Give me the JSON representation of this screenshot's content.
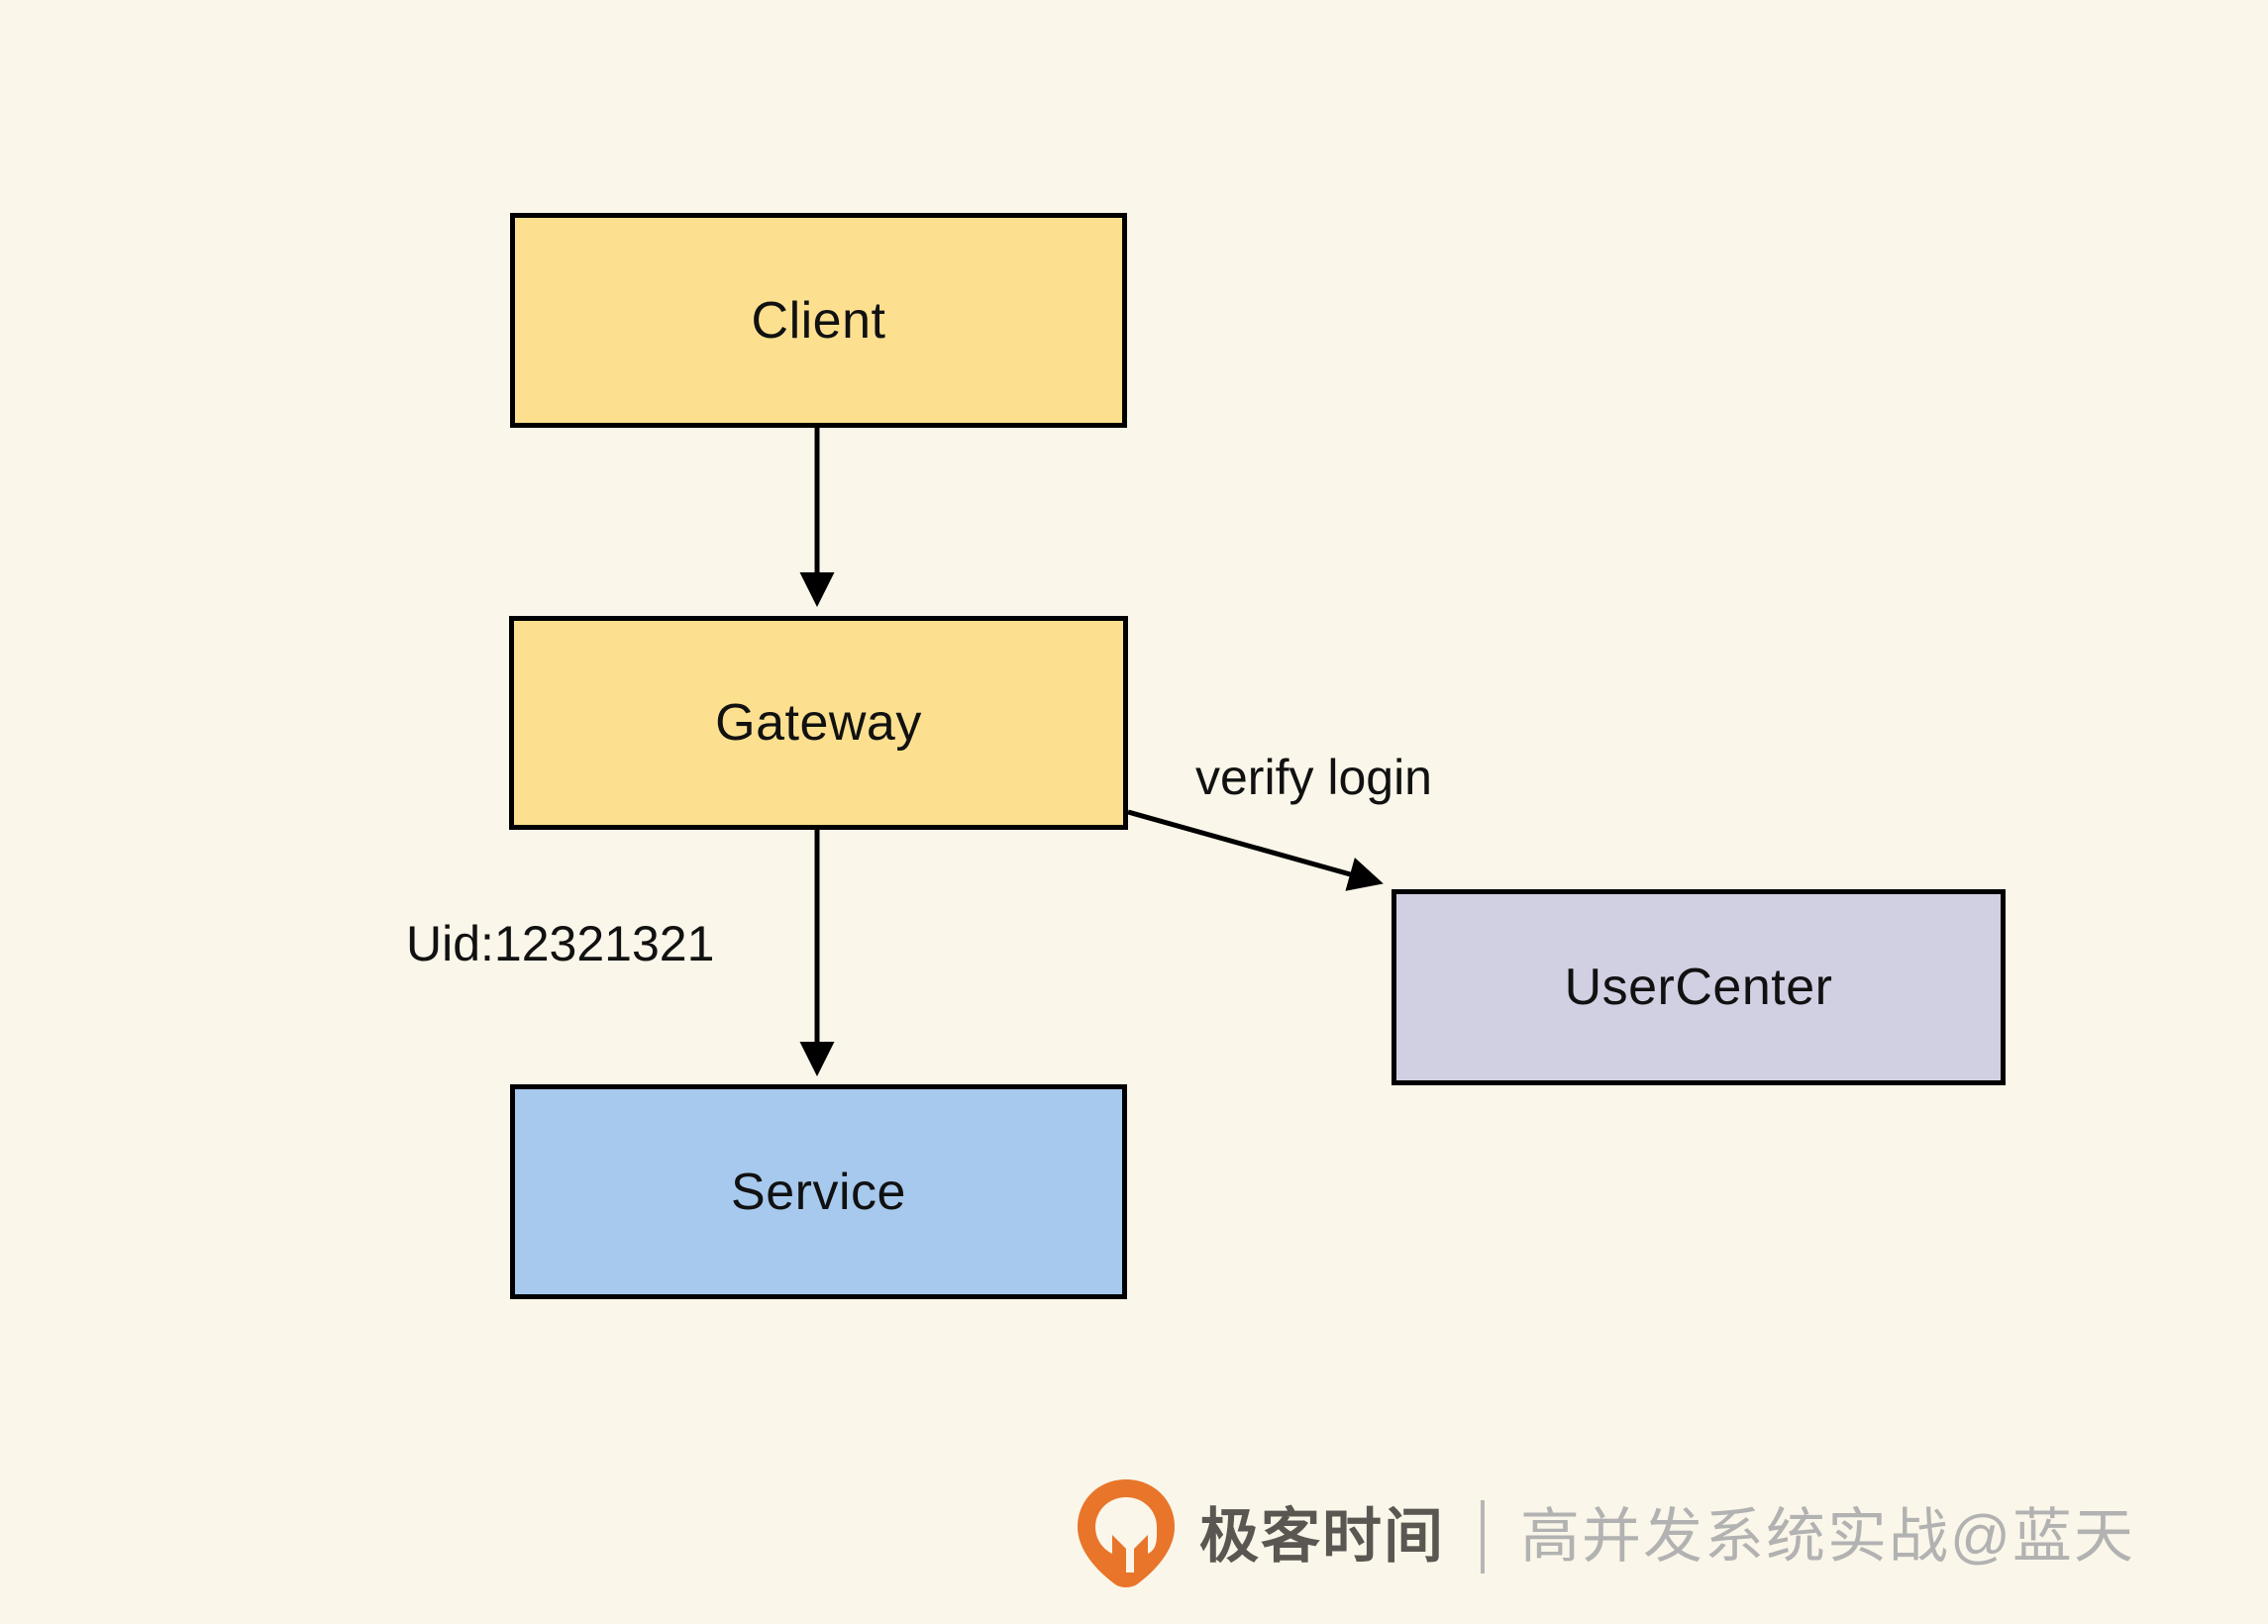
{
  "diagram": {
    "background_color": "#faf6e9",
    "nodes": [
      {
        "id": "client",
        "label": "Client",
        "fill": "#fce08f"
      },
      {
        "id": "gateway",
        "label": "Gateway",
        "fill": "#fce08f"
      },
      {
        "id": "service",
        "label": "Service",
        "fill": "#a6c9ed"
      },
      {
        "id": "usercenter",
        "label": "UserCenter",
        "fill": "#d1cfe2"
      }
    ],
    "edges": [
      {
        "id": "client-to-gateway",
        "from": "client",
        "to": "gateway",
        "label": ""
      },
      {
        "id": "gateway-to-service",
        "from": "gateway",
        "to": "service",
        "label": "Uid:12321321"
      },
      {
        "id": "gateway-to-usercenter",
        "from": "gateway",
        "to": "usercenter",
        "label": "verify login"
      }
    ],
    "edge_labels": {
      "verify_login": "verify login",
      "uid": "Uid:12321321"
    }
  },
  "watermark": {
    "logo_icon": "geekbang-pin-logo-icon",
    "logo_color": "#e8752a",
    "brand": "极客时间",
    "brand_color": "#5a5752",
    "course": "高并发系统实战@蓝天",
    "course_color": "#b2b2b2"
  }
}
